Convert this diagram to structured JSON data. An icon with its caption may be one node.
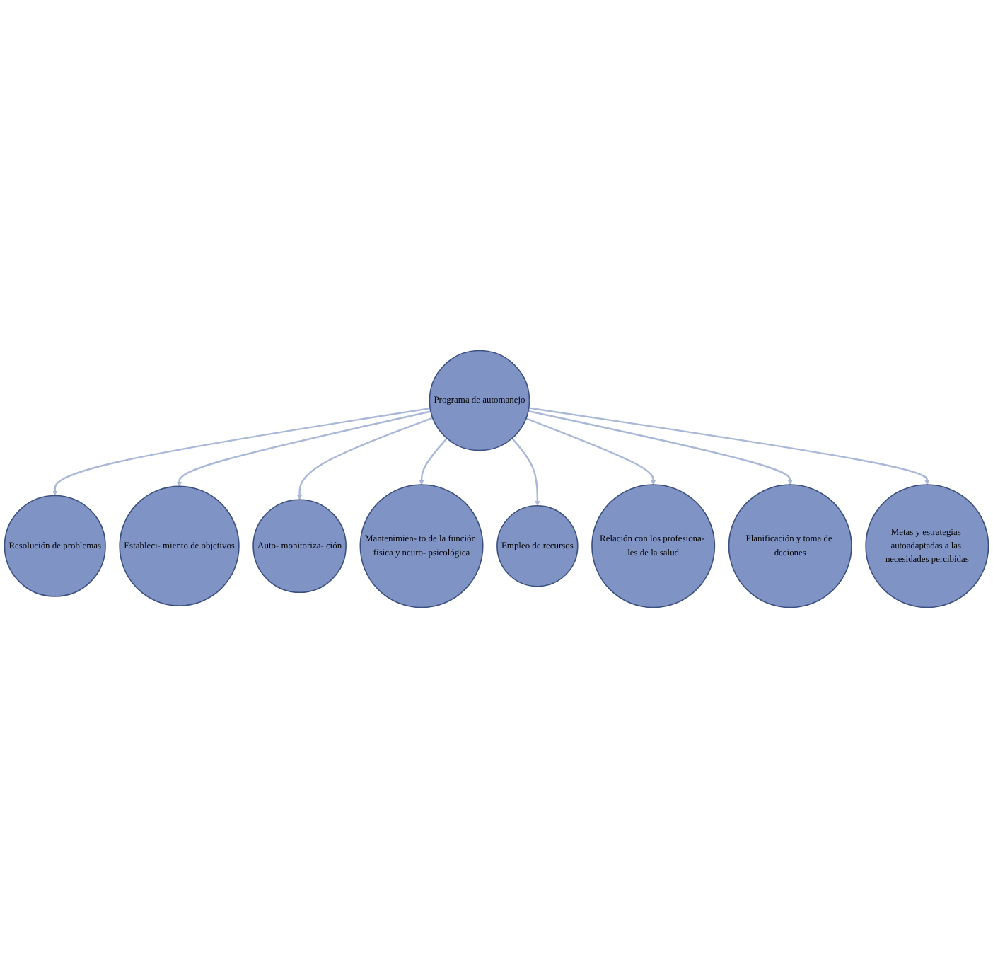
{
  "diagram": {
    "nodes": [
      {
        "text": [
          "Programa de automanejo"
        ]
      },
      {
        "text": [
          "Resolución de problemas"
        ]
      },
      {
        "text": [
          "Estableci- miento de objetivos"
        ]
      },
      {
        "text": [
          "Auto- monitoriza- ción"
        ]
      },
      {
        "text": [
          "Mantenimien- to de la función física y neuro- psicológica"
        ]
      },
      {
        "text": [
          "Empleo de recursos"
        ]
      },
      {
        "text": [
          "Relación con los profesiona- les de la salud"
        ]
      },
      {
        "text": [
          "Planificación y toma de deciones"
        ]
      },
      {
        "text": [
          "Metas y estrategias autoadaptadas a las necesidades percibidas"
        ]
      }
    ],
    "edges": [
      {
        "from": 0,
        "to": 1,
        "arrow": "to"
      },
      {
        "from": 0,
        "to": 2,
        "arrow": "to"
      },
      {
        "from": 0,
        "to": 3,
        "arrow": "to"
      },
      {
        "from": 0,
        "to": 4,
        "arrow": "to"
      },
      {
        "from": 0,
        "to": 5,
        "arrow": "to"
      },
      {
        "from": 0,
        "to": 6,
        "arrow": "to"
      },
      {
        "from": 0,
        "to": 7,
        "arrow": "to"
      },
      {
        "from": 0,
        "to": 8,
        "arrow": "to"
      }
    ]
  }
}
